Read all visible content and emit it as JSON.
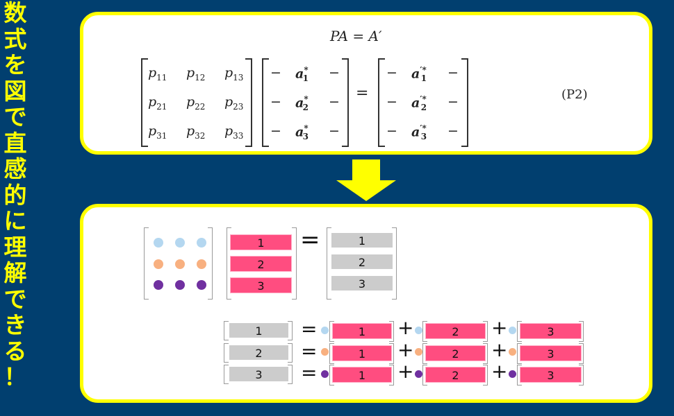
{
  "title": "数式を図で直感的に理解できる！",
  "equation": {
    "heading": "PA = A′",
    "label": "(P2)",
    "P": [
      [
        "p",
        "11"
      ],
      [
        "p",
        "12"
      ],
      [
        "p",
        "13"
      ],
      [
        "p",
        "21"
      ],
      [
        "p",
        "22"
      ],
      [
        "p",
        "23"
      ],
      [
        "p",
        "31"
      ],
      [
        "p",
        "32"
      ],
      [
        "p",
        "33"
      ]
    ],
    "dash": "−",
    "eq": "=",
    "A_rows": [
      "1",
      "2",
      "3"
    ],
    "a": "a",
    "star": "*",
    "prime_star": "′*"
  },
  "diagram": {
    "eq": "=",
    "plus": "+",
    "row_labels": [
      "1",
      "2",
      "3"
    ]
  },
  "colors": {
    "background": "#013f6f",
    "accent": "#ffff00",
    "pink": "#ff4d80",
    "gray": "#cccccc",
    "dot1": "#b4d7f0",
    "dot2": "#f8b080",
    "dot3": "#7030a0"
  }
}
